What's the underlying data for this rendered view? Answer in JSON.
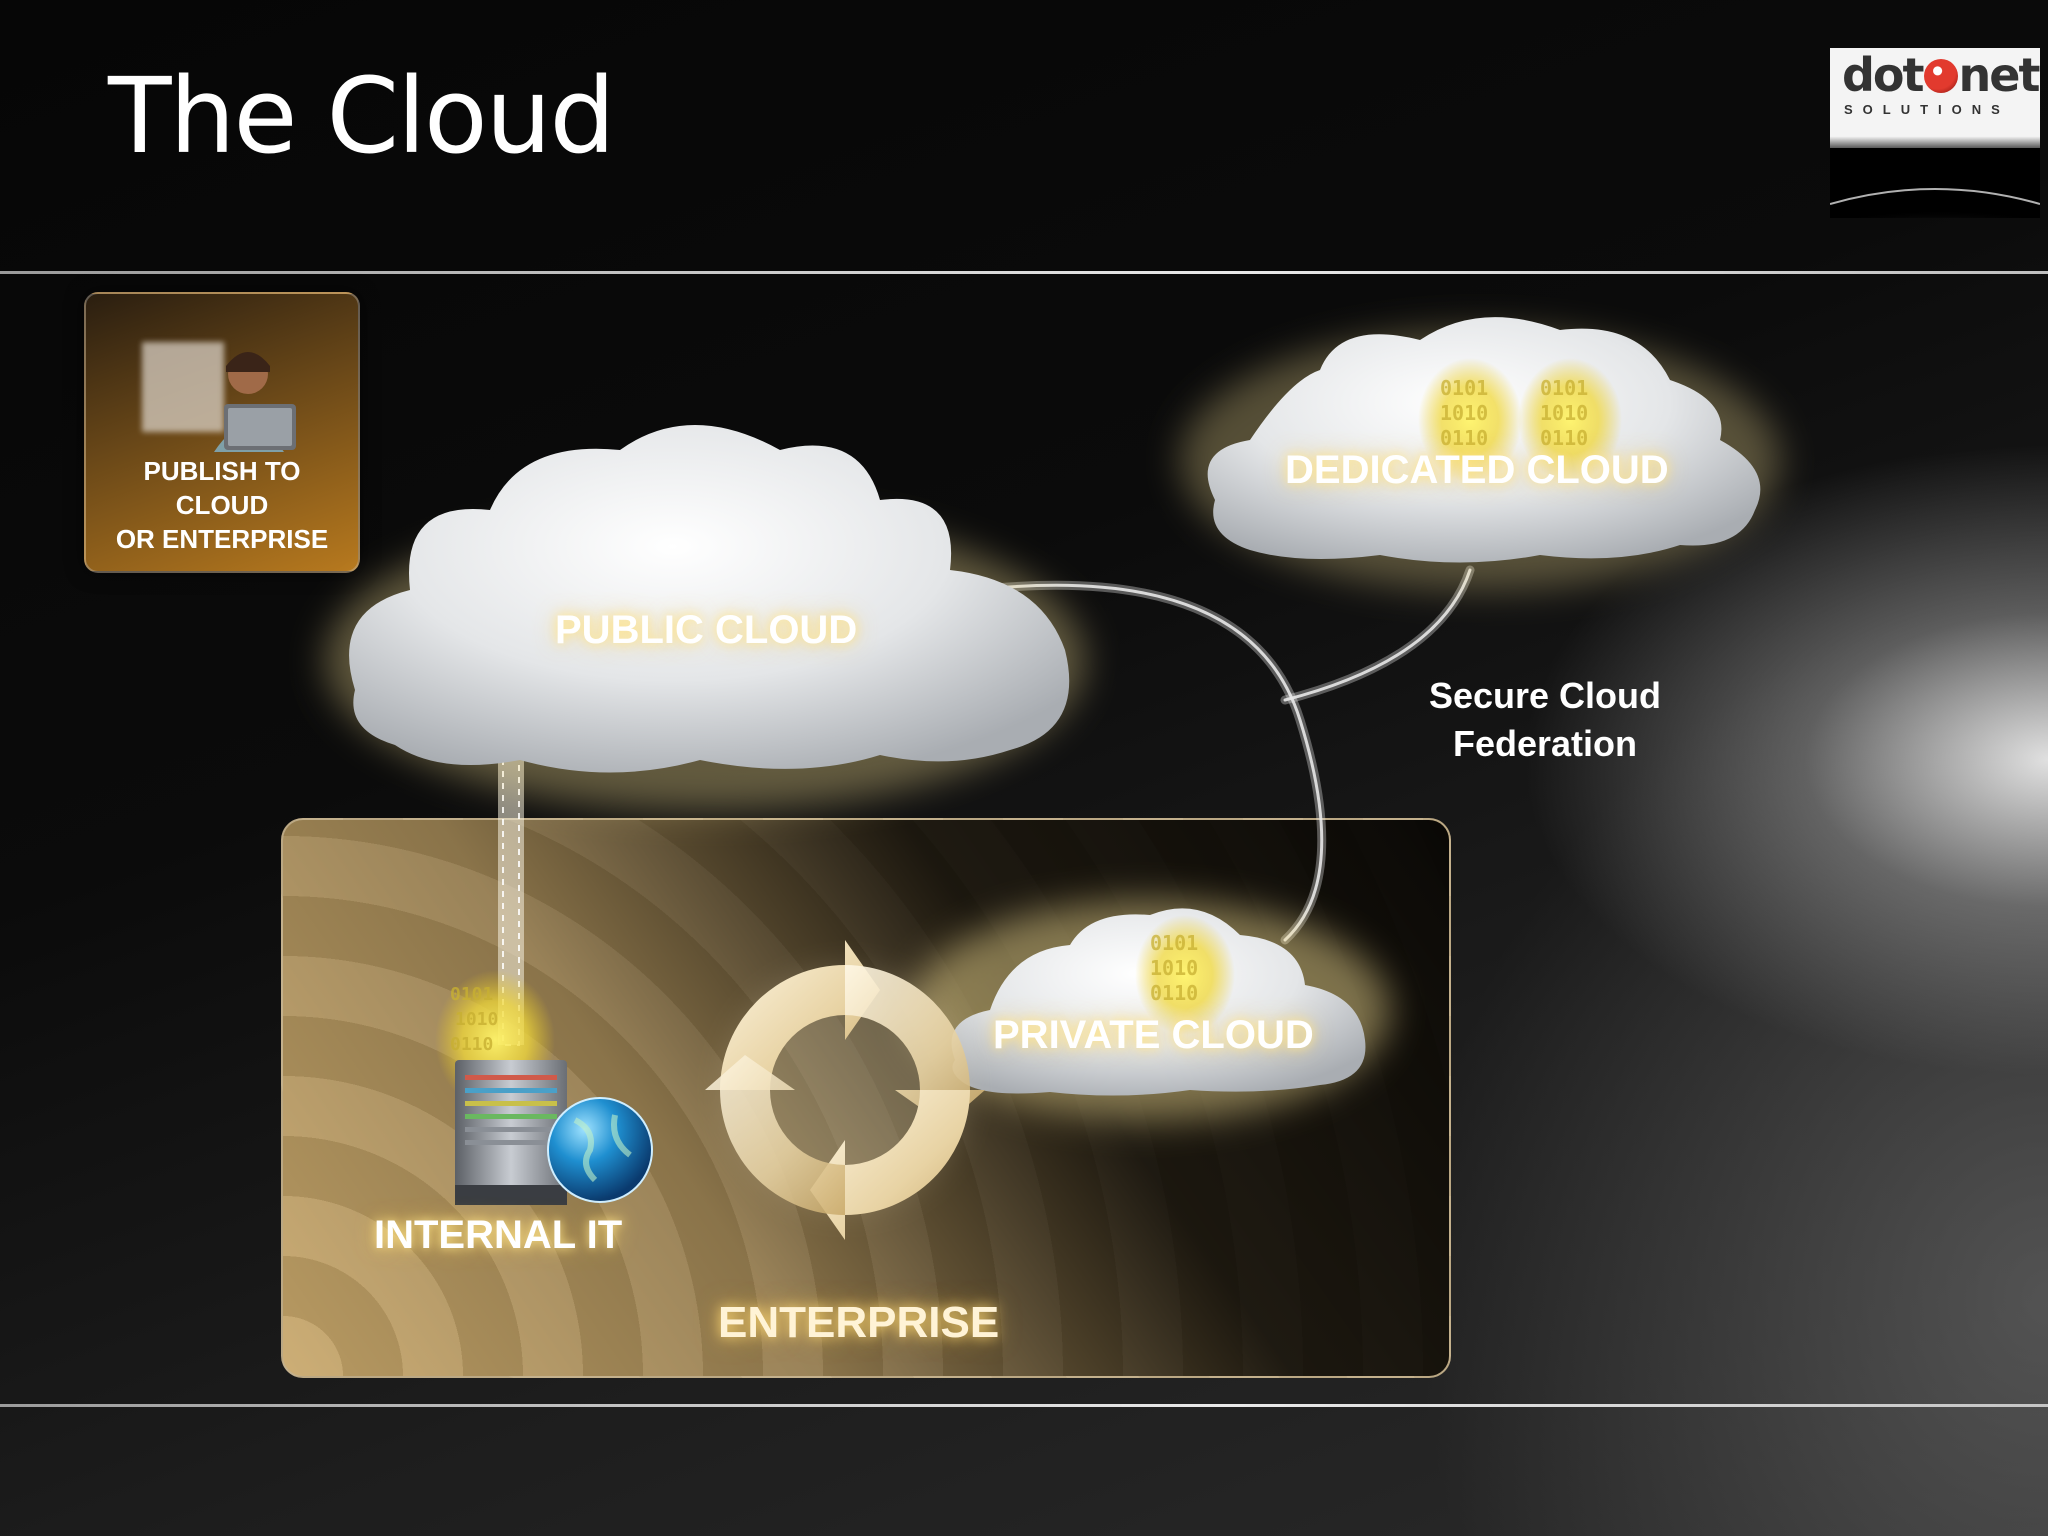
{
  "slide": {
    "title": "The Cloud"
  },
  "logo": {
    "word_left": "dot",
    "word_right": "net",
    "tagline": "SOLUTIONS"
  },
  "publish": {
    "label": "PUBLISH TO\nCLOUD\nOR ENTERPRISE"
  },
  "diagram": {
    "public_cloud": "PUBLIC CLOUD",
    "dedicated_cloud": "DEDICATED CLOUD",
    "private_cloud": "PRIVATE CLOUD",
    "internal_it": "INTERNAL IT",
    "enterprise": "ENTERPRISE",
    "federation_line1": "Secure Cloud",
    "federation_line2": "Federation"
  },
  "colors": {
    "glow": "#ffe27a",
    "enterprise_tan": "#c9aa70",
    "background": "#000000"
  }
}
